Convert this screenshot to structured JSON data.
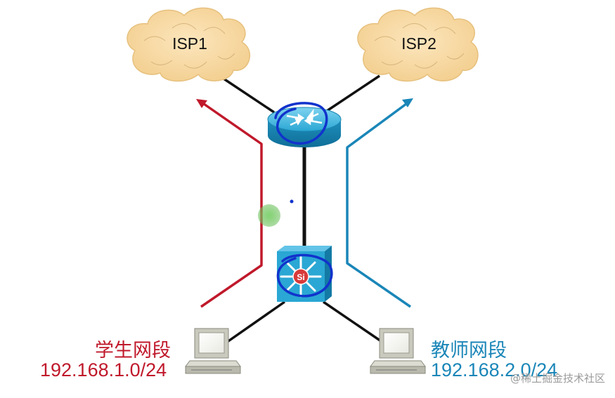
{
  "clouds": {
    "isp1": "ISP1",
    "isp2": "ISP2"
  },
  "devices": {
    "router_icon": "router-icon",
    "switch_icon": "layer3-switch-icon",
    "switch_badge": "Si",
    "pc_icon": "pc-icon"
  },
  "segments": {
    "student": {
      "name": "学生网段",
      "network": "192.168.1.0/24"
    },
    "teacher": {
      "name": "教师网段",
      "network": "192.168.2.0/24"
    }
  },
  "watermark": "@稀土掘金技术社区",
  "colors": {
    "student": "#c0192b",
    "teacher": "#1a86b8",
    "cloud": "#f7d9a2",
    "device": "#2aa7d4",
    "annotation": "#1133cc",
    "link": "#111111"
  }
}
